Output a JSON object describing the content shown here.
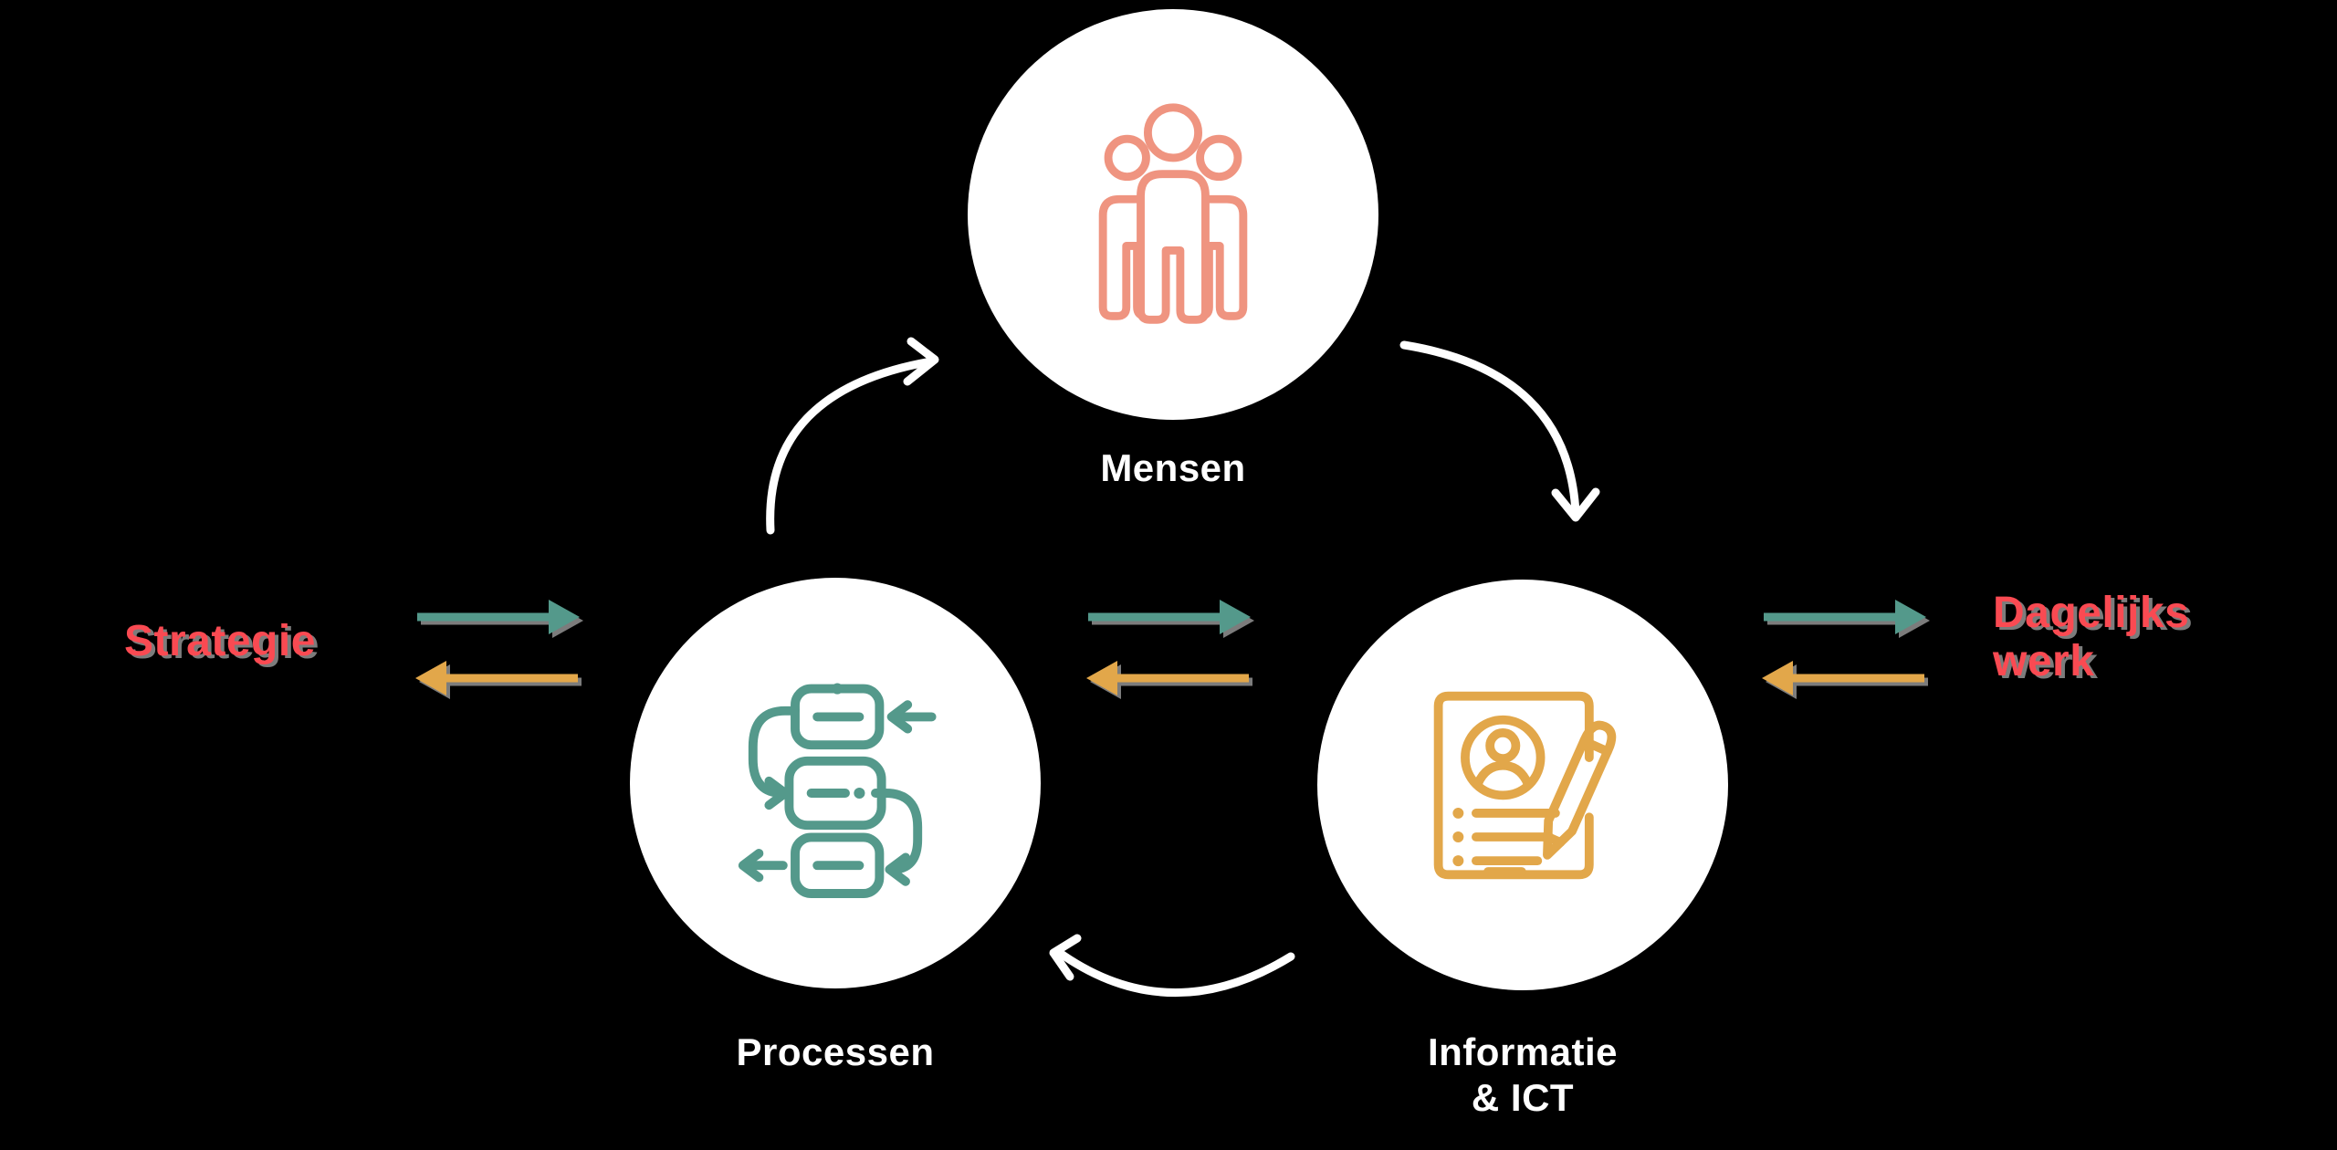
{
  "diagram": {
    "title_context": "Mensen Processen Informatie cyclus",
    "colors": {
      "background": "#000000",
      "node_fill": "#ffffff",
      "cycle_arrow": "#ffffff",
      "teal": "#54998b",
      "gold": "#e2a74a",
      "salmon": "#ef9480",
      "label_red": "#fa4a52",
      "shadow": "#7c7c7c"
    },
    "nodes": {
      "mensen": {
        "label": "Mensen",
        "icon": "people-group-icon",
        "icon_color": "#ef9480"
      },
      "processen": {
        "label": "Processen",
        "icon": "process-flow-icon",
        "icon_color": "#54998b"
      },
      "informatie": {
        "label_line1": "Informatie",
        "label_line2": "& ICT",
        "icon": "document-pencil-icon",
        "icon_color": "#e2a74a"
      }
    },
    "inputs_outputs": {
      "left_label": "Strategie",
      "right_label_line1": "Dagelijks",
      "right_label_line2": "werk"
    }
  }
}
